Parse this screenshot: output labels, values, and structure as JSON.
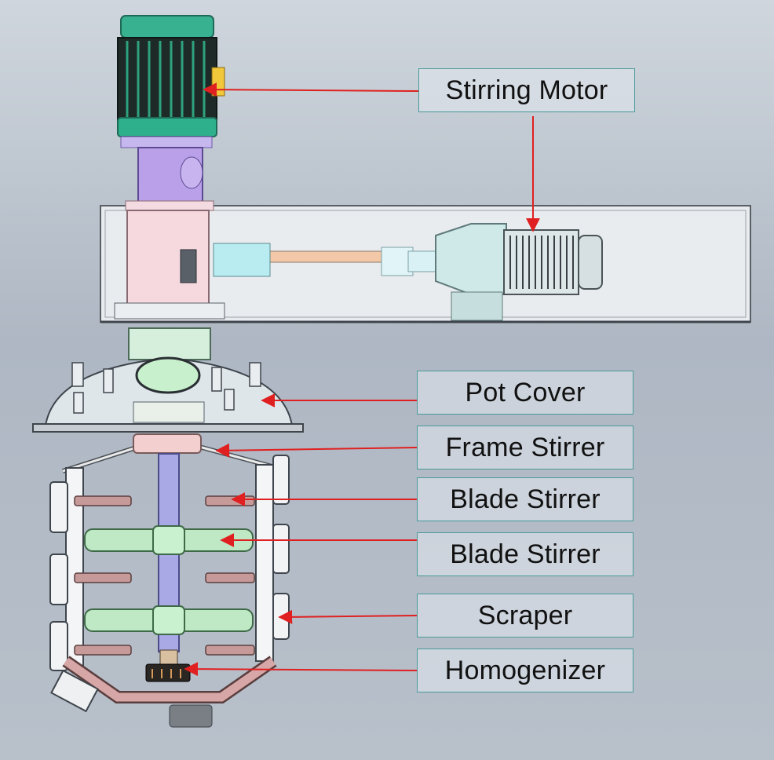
{
  "labels": {
    "stirring_motor": "Stirring Motor",
    "pot_cover": "Pot Cover",
    "frame_stirrer": "Frame Stirrer",
    "blade_stirrer_upper": "Blade Stirrer",
    "blade_stirrer_lower": "Blade Stirrer",
    "scraper": "Scraper",
    "homogenizer": "Homogenizer"
  },
  "colors": {
    "arrow": "#e02020",
    "label_border": "#4a9a9a",
    "motor_green": "#2aa886",
    "coupling_purple": "#b9a0e8",
    "gearbox_pink": "#f2d2da",
    "shaft_lavender": "#a9a9e6",
    "blade_green": "#bfe8c4",
    "blade_pink": "#c79a9a"
  }
}
